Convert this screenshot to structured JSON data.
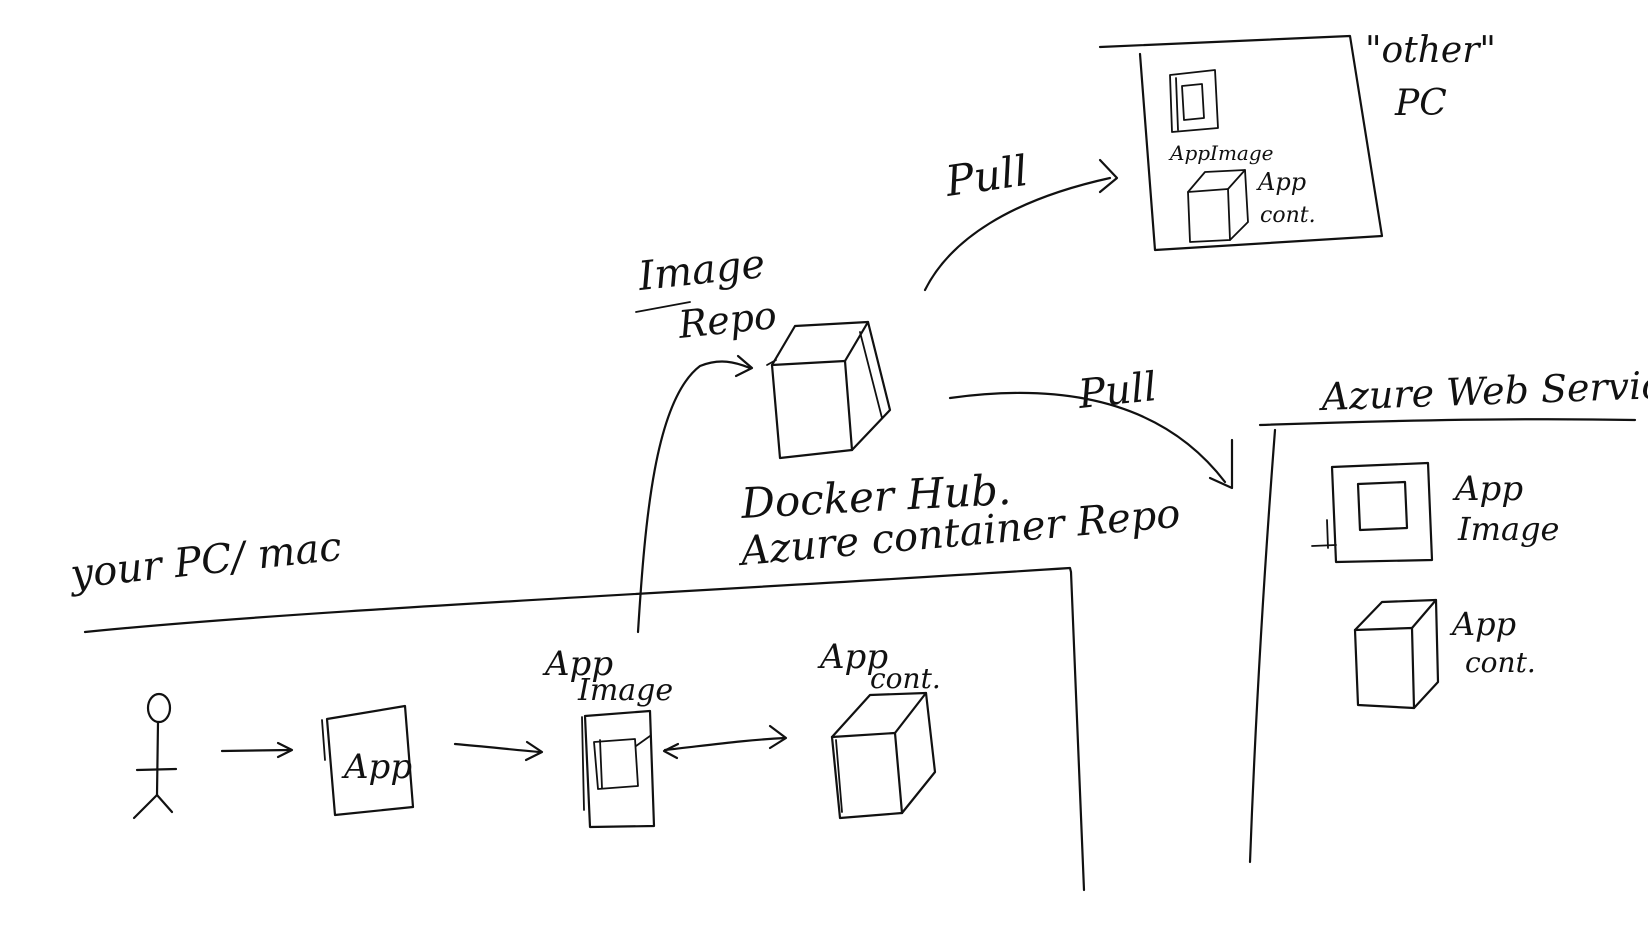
{
  "colors": {
    "ink": "#111111",
    "background": "#ffffff"
  },
  "labels": {
    "your_pc": "your PC/ mac",
    "user_to_app_app": "App",
    "app_image_top": "App",
    "app_image_bottom": "Image",
    "app_container_top": "App",
    "app_container_bottom": "cont.",
    "image_repo_line1": "Image",
    "image_repo_line2": "Repo",
    "docker_hub": "Docker Hub.",
    "azure_container_repo": "Azure container Repo",
    "pull_top": "Pull",
    "pull_right": "Pull",
    "other_pc_line1": "\"other\"",
    "other_pc_line2": "PC",
    "other_app_image": "AppImage",
    "other_app_cont_line1": "App",
    "other_app_cont_line2": "cont.",
    "azure_web_services": "Azure Web Services",
    "aws_app_image_line1": "App",
    "aws_app_image_line2": "Image",
    "aws_app_cont_line1": "App",
    "aws_app_cont_line2": "cont."
  },
  "icons": {
    "user": "stick-figure-icon",
    "app_document": "app-document-icon",
    "image_box": "image-box-icon",
    "container_cube": "container-cube-icon"
  }
}
